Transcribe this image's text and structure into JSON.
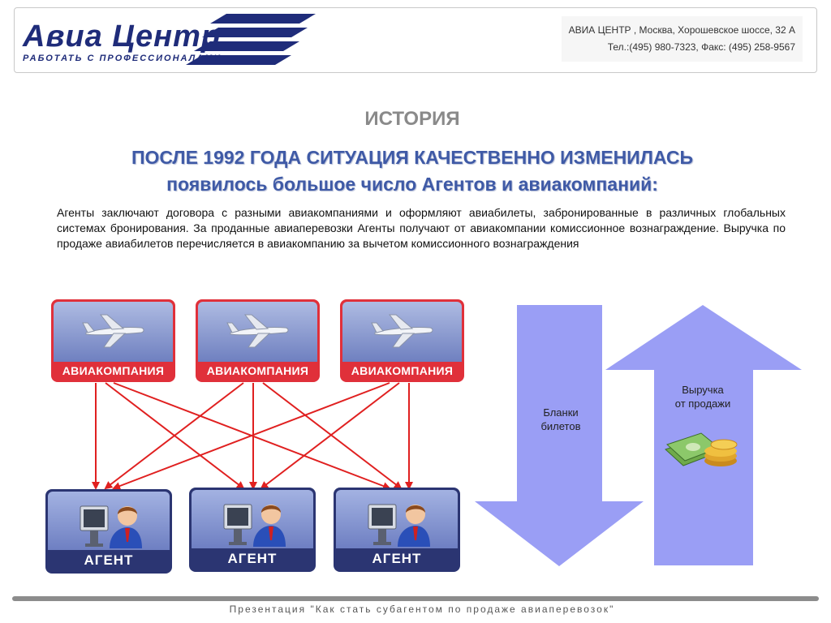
{
  "header": {
    "logo_text": "Авиа Центр",
    "logo_tagline": "РАБОТАТЬ С ПРОФЕССИОНАЛАМИ",
    "contact_line1": "АВИА ЦЕНТР , Москва, Хорошевское шоссе, 32 А",
    "contact_line2": "Тел.:(495) 980-7323, Факс: (495) 258-9567"
  },
  "slide": {
    "title": "ИСТОРИЯ",
    "subtitle_line1": "ПОСЛЕ 1992 ГОДА СИТУАЦИЯ КАЧЕСТВЕННО ИЗМЕНИЛАСЬ",
    "subtitle_line2": "появилось большое число Агентов и авиакомпаний:",
    "body": "Агенты заключают договора с разными авиакомпаниями и оформляют авиабилеты, забронированные в различных глобальных системах бронирования. За проданные авиаперевозки Агенты получают от авиакомпании комиссионное вознаграждение. Выручка по продаже авиабилетов перечисляется в авиакомпанию за вычетом комиссионного вознаграждения"
  },
  "diagram": {
    "airlines": [
      {
        "label": "АВИАКОМПАНИЯ",
        "icon": "airplane-icon"
      },
      {
        "label": "АВИАКОМПАНИЯ",
        "icon": "airplane-icon"
      },
      {
        "label": "АВИАКОМПАНИЯ",
        "icon": "airplane-icon"
      }
    ],
    "agents": [
      {
        "label": "АГЕНТ",
        "icon": "person-at-computer-icon"
      },
      {
        "label": "АГЕНТ",
        "icon": "person-at-computer-icon"
      },
      {
        "label": "АГЕНТ",
        "icon": "person-at-computer-icon"
      }
    ],
    "arrow_down_label_line1": "Бланки",
    "arrow_down_label_line2": "билетов",
    "arrow_up_label_line1": "Выручка",
    "arrow_up_label_line2": "от продажи",
    "money_icon": "money-coins-icon"
  },
  "colors": {
    "brand_blue": "#1f2c7a",
    "title_blue": "#3f5aa6",
    "airline_red": "#e0303a",
    "connector_red": "#e02020",
    "flow_arrow": "#9a9ef5",
    "agent_navy": "#2b3572"
  },
  "footer": {
    "text": "Презентация \"Как стать субагентом по продаже авиаперевозок\""
  }
}
